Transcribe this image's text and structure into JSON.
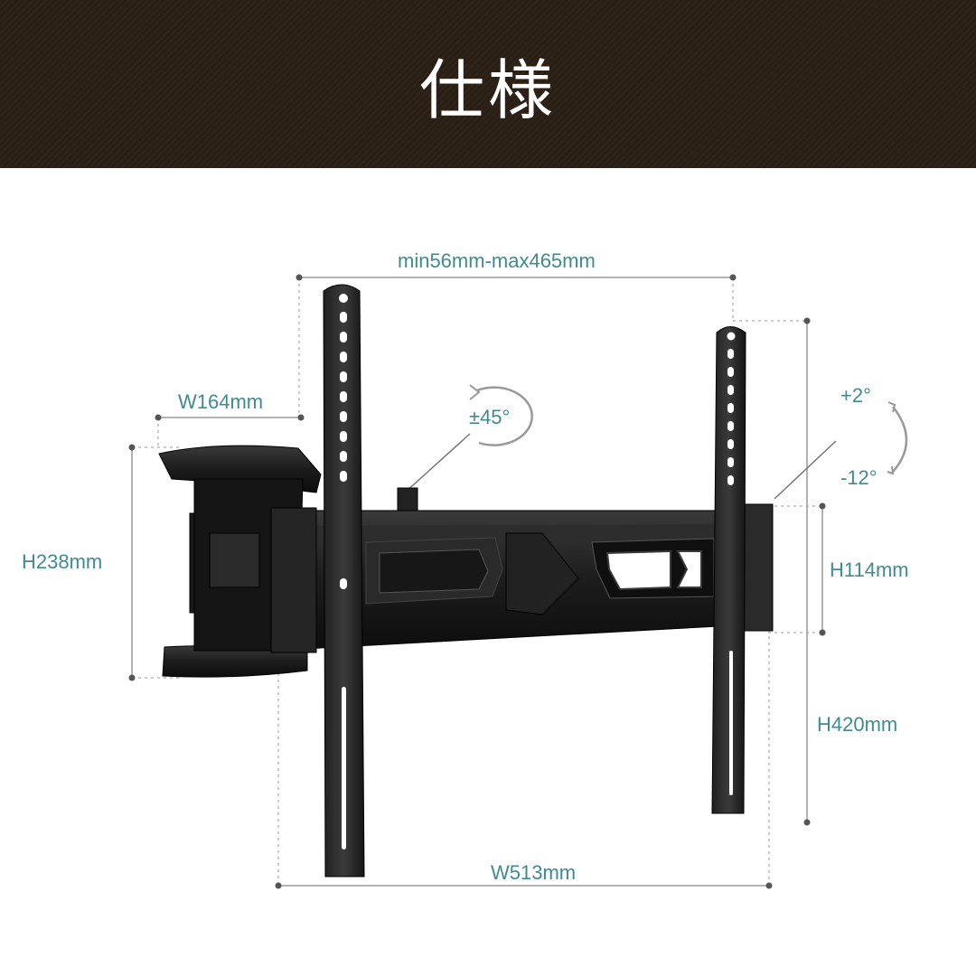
{
  "header": {
    "title": "仕様"
  },
  "dimensions": {
    "vesa_range": "min56mm-max465mm",
    "arm_depth": "W164mm",
    "wall_plate_height": "H238mm",
    "rotation": "±45°",
    "tilt_up": "+2°",
    "tilt_down": "-12°",
    "arm_height": "H114mm",
    "bracket_height": "H420mm",
    "overall_width": "W513mm"
  },
  "colors": {
    "header_bg": "#2a1f14",
    "label": "#3f8b91",
    "dim_line": "#9a9a9a",
    "mount": "#1b1b1b"
  }
}
